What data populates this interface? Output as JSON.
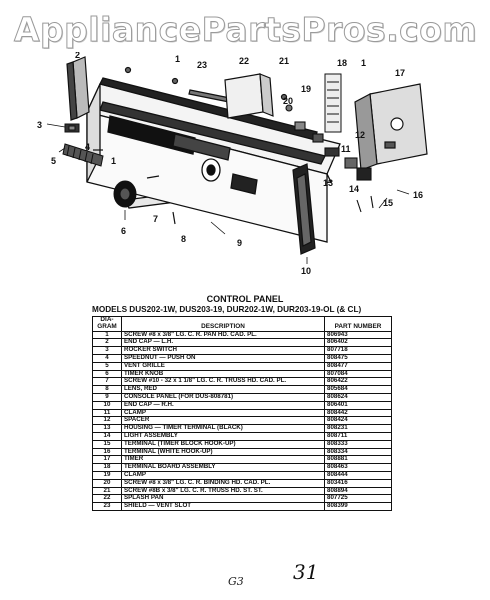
{
  "watermark": "AppliancePartsPros.com",
  "diagram": {
    "callouts": [
      "1",
      "2",
      "3",
      "4",
      "5",
      "6",
      "7",
      "8",
      "9",
      "10",
      "11",
      "12",
      "13",
      "14",
      "15",
      "16",
      "17",
      "18",
      "19",
      "20",
      "21",
      "22",
      "23"
    ]
  },
  "title": "CONTROL PANEL",
  "models": "MODELS DUS202-1W, DUS203-19, DUR202-1W, DUR203-19-OL (& CL)",
  "table": {
    "headers": [
      "DIA-\nGRAM",
      "DESCRIPTION",
      "PART NUMBER"
    ],
    "rows": [
      [
        "1",
        "SCREW #8 x 3/8\" LG. C. R. PAN HD. CAD. PL.",
        "806943"
      ],
      [
        "2",
        "END CAP — L.H.",
        "806402"
      ],
      [
        "3",
        "ROCKER SWITCH",
        "807718"
      ],
      [
        "4",
        "SPEEDNUT — PUSH ON",
        "808475"
      ],
      [
        "5",
        "VENT GRILLE",
        "808477"
      ],
      [
        "6",
        "TIMER KNOB",
        "807084"
      ],
      [
        "7",
        "SCREW #10 - 32 x 1 1/8\" LG. C. R. TRUSS HD. CAD. PL.",
        "806422"
      ],
      [
        "8",
        "LENS, RED",
        "805684"
      ],
      [
        "9",
        "CONSOLE PANEL (FOR DUS-808781)",
        "808624"
      ],
      [
        "10",
        "END CAP — R.H.",
        "806401"
      ],
      [
        "11",
        "CLAMP",
        "808442"
      ],
      [
        "12",
        "SPACER",
        "808424"
      ],
      [
        "13",
        "HOUSING — TIMER TERMINAL (BLACK)",
        "808231"
      ],
      [
        "14",
        "LIGHT ASSEMBLY",
        "808711"
      ],
      [
        "15",
        "TERMINAL (TIMER BLOCK HOOK-UP)",
        "808333"
      ],
      [
        "16",
        "TERMINAL (WHITE HOOK-UP)",
        "808334"
      ],
      [
        "17",
        "TIMER",
        "808881"
      ],
      [
        "18",
        "TERMINAL BOARD ASSEMBLY",
        "808463"
      ],
      [
        "19",
        "CLAMP",
        "808444"
      ],
      [
        "20",
        "SCREW #8 x 3/8\" LG. C. R. BINDING HD. CAD. PL.",
        "803416"
      ],
      [
        "21",
        "SCREW #8B x 3/8\" LG. C. R. TRUSS HD. ST. ST.",
        "808894"
      ],
      [
        "22",
        "SPLASH PAN",
        "807725"
      ],
      [
        "23",
        "SHIELD — VENT SLOT",
        "808399"
      ]
    ]
  },
  "handwriting": {
    "left": "G3",
    "right": "31"
  }
}
